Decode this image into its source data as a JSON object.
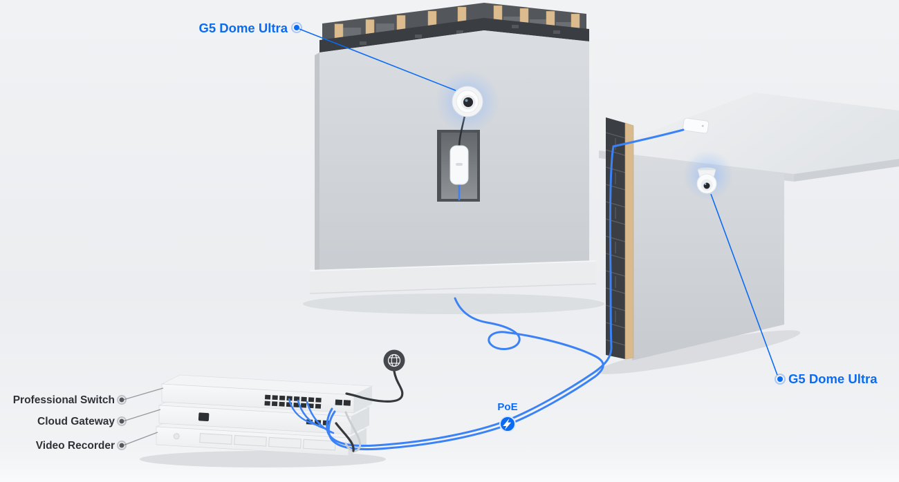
{
  "scene": {
    "type": "installation-diagram",
    "background_color": "#edeff2",
    "accent_blue": "#0a6bf3",
    "cable_blue": "#3b82f6",
    "cable_black": "#35393c",
    "label_color": "#2e3236"
  },
  "cameras": [
    {
      "label": "G5 Dome Ultra"
    },
    {
      "label": "G5 Dome Ultra"
    }
  ],
  "rack_devices": [
    {
      "label": "Professional Switch"
    },
    {
      "label": "Cloud Gateway"
    },
    {
      "label": "Video Recorder"
    }
  ],
  "poe": {
    "label": "PoE",
    "icon": "lightning-bolt-icon"
  },
  "internet": {
    "icon": "globe-icon"
  }
}
